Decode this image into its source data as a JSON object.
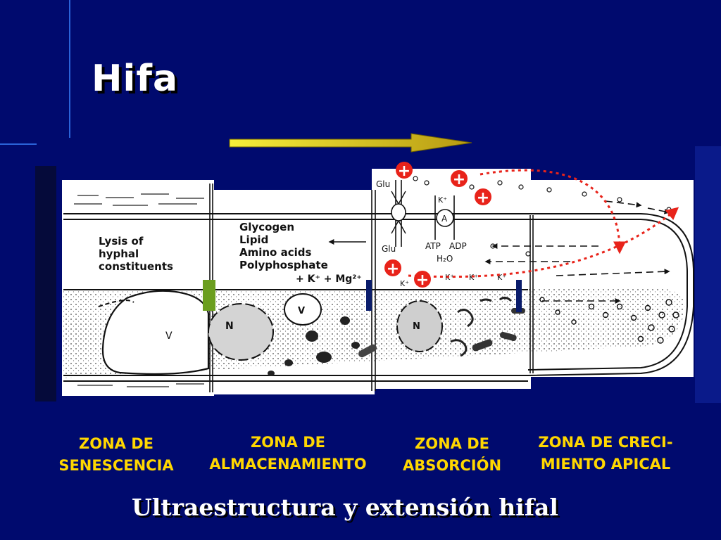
{
  "slide": {
    "title": "Hifa",
    "caption": "Ultraestructura y extensión hifal"
  },
  "diagram": {
    "lysis_label": [
      "Lysis of",
      "hyphal",
      "constituents"
    ],
    "storage_items": [
      "Glycogen",
      "Lipid",
      "Amino acids",
      "Polyphosphate"
    ],
    "ions_label": "+ K⁺ + Mg²⁺",
    "nucleus_label": "N",
    "vacuole_label": "V",
    "glu_label": "Glu",
    "atp_label": "ATP",
    "adp_label": "ADP",
    "atpase_label": "A",
    "k_label": "K⁺",
    "water_label": "H₂O",
    "plus_sign": "+",
    "plus_color": "#e8231a",
    "arrow_color": "#e8c419",
    "marker_green": "#6b9e1f",
    "marker_navy": "#0a1c6b"
  },
  "zones": [
    {
      "line1": "ZONA DE",
      "line2": "SENESCENCIA"
    },
    {
      "line1": "ZONA DE",
      "line2": "ALMACENAMIENTO"
    },
    {
      "line1": "ZONA DE",
      "line2": "ABSORCIÓN"
    },
    {
      "line1": "ZONA DE CRECI-",
      "line2": "MIENTO APICAL"
    }
  ]
}
